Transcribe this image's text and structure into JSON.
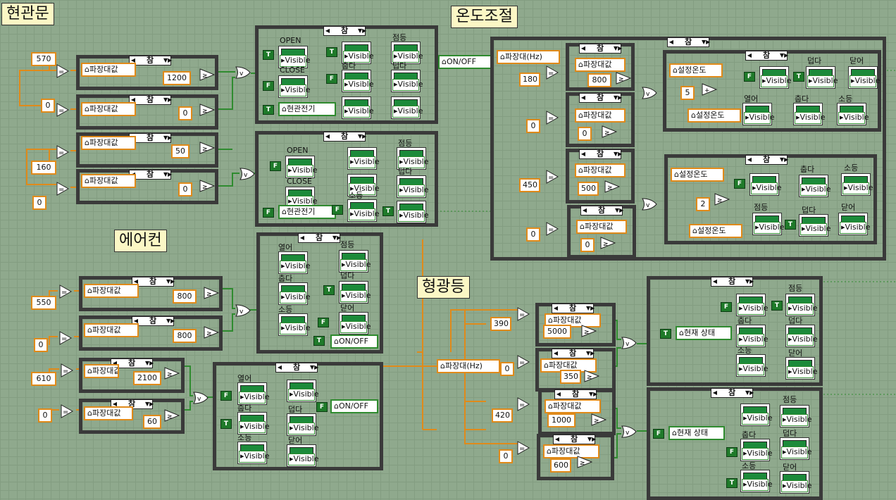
{
  "titles": {
    "door": "현관문",
    "temperature": "온도조절",
    "aircon": "에어컨",
    "fluorescent": "형광등"
  },
  "case_labels": {
    "true": "참"
  },
  "locals": {
    "wavelength_value": "파장대값",
    "wavelength_hz": "파장대(Hz)",
    "entrance_power": "현관전기",
    "on_off": "ON/OFF",
    "set_temp": "설정온도",
    "current_state": "현재 상태"
  },
  "prop_text": "Visible",
  "bool_labels": {
    "t": "T",
    "f": "F"
  },
  "labels": {
    "open": "OPEN",
    "close": "CLOSE",
    "lighting": "점등",
    "hot": "덥다",
    "cold": "춥다",
    "off_light": "소등",
    "opened": "열어",
    "closed": "닫어"
  },
  "constants": {
    "door_a": "570",
    "door_b": "0",
    "door_c": "1200",
    "door_d": "0",
    "door_e": "160",
    "door_f": "0",
    "door_g": "50",
    "door_h": "0",
    "ac_a": "550",
    "ac_b": "0",
    "ac_c": "800",
    "ac_d": "800",
    "ac_e": "610",
    "ac_f": "0",
    "ac_g": "2100",
    "ac_h": "60",
    "temp_a": "180",
    "temp_b": "0",
    "temp_c": "450",
    "temp_d": "0",
    "temp_e": "800",
    "temp_f": "0",
    "temp_g": "500",
    "temp_h": "0",
    "temp_i": "5",
    "temp_j": "2",
    "fl_a": "390",
    "fl_b": "0",
    "fl_c": "420",
    "fl_d": "0",
    "fl_e": "5000",
    "fl_f": "350",
    "fl_g": "1000",
    "fl_h": "600"
  }
}
